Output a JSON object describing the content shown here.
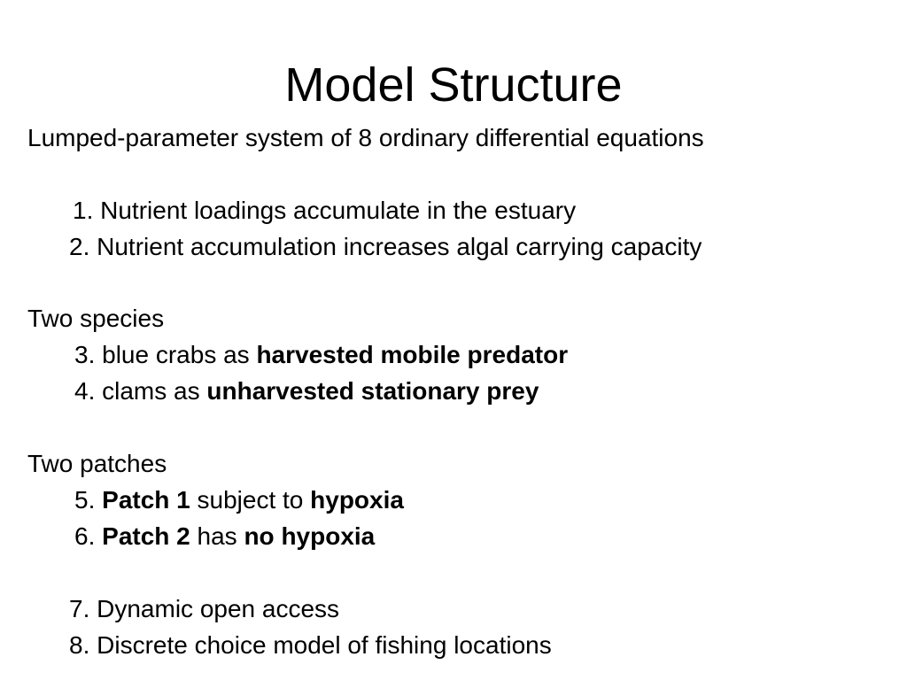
{
  "slide": {
    "title": "Model Structure",
    "subtitle": "Lumped-parameter system of 8 ordinary differential equations",
    "items": [
      {
        "text": "1. Nutrient loadings accumulate in the estuary"
      },
      {
        "text": "2. Nutrient accumulation increases algal carrying capacity"
      }
    ],
    "species": {
      "heading": "Two species",
      "item3": {
        "prefix": "3. blue crabs as ",
        "bold": "harvested mobile predator"
      },
      "item4": {
        "prefix": "4. clams as ",
        "bold": "unharvested stationary prey"
      }
    },
    "patches": {
      "heading": "Two patches",
      "item5": {
        "num": "5. ",
        "bold1": "Patch 1",
        "mid": " subject to ",
        "bold2": "hypoxia"
      },
      "item6": {
        "num": "6. ",
        "bold1": "Patch 2",
        "mid": " has ",
        "bold2": "no hypoxia"
      }
    },
    "final_items": [
      {
        "text": "7. Dynamic open access"
      },
      {
        "text": "8. Discrete choice model of fishing locations"
      }
    ]
  }
}
